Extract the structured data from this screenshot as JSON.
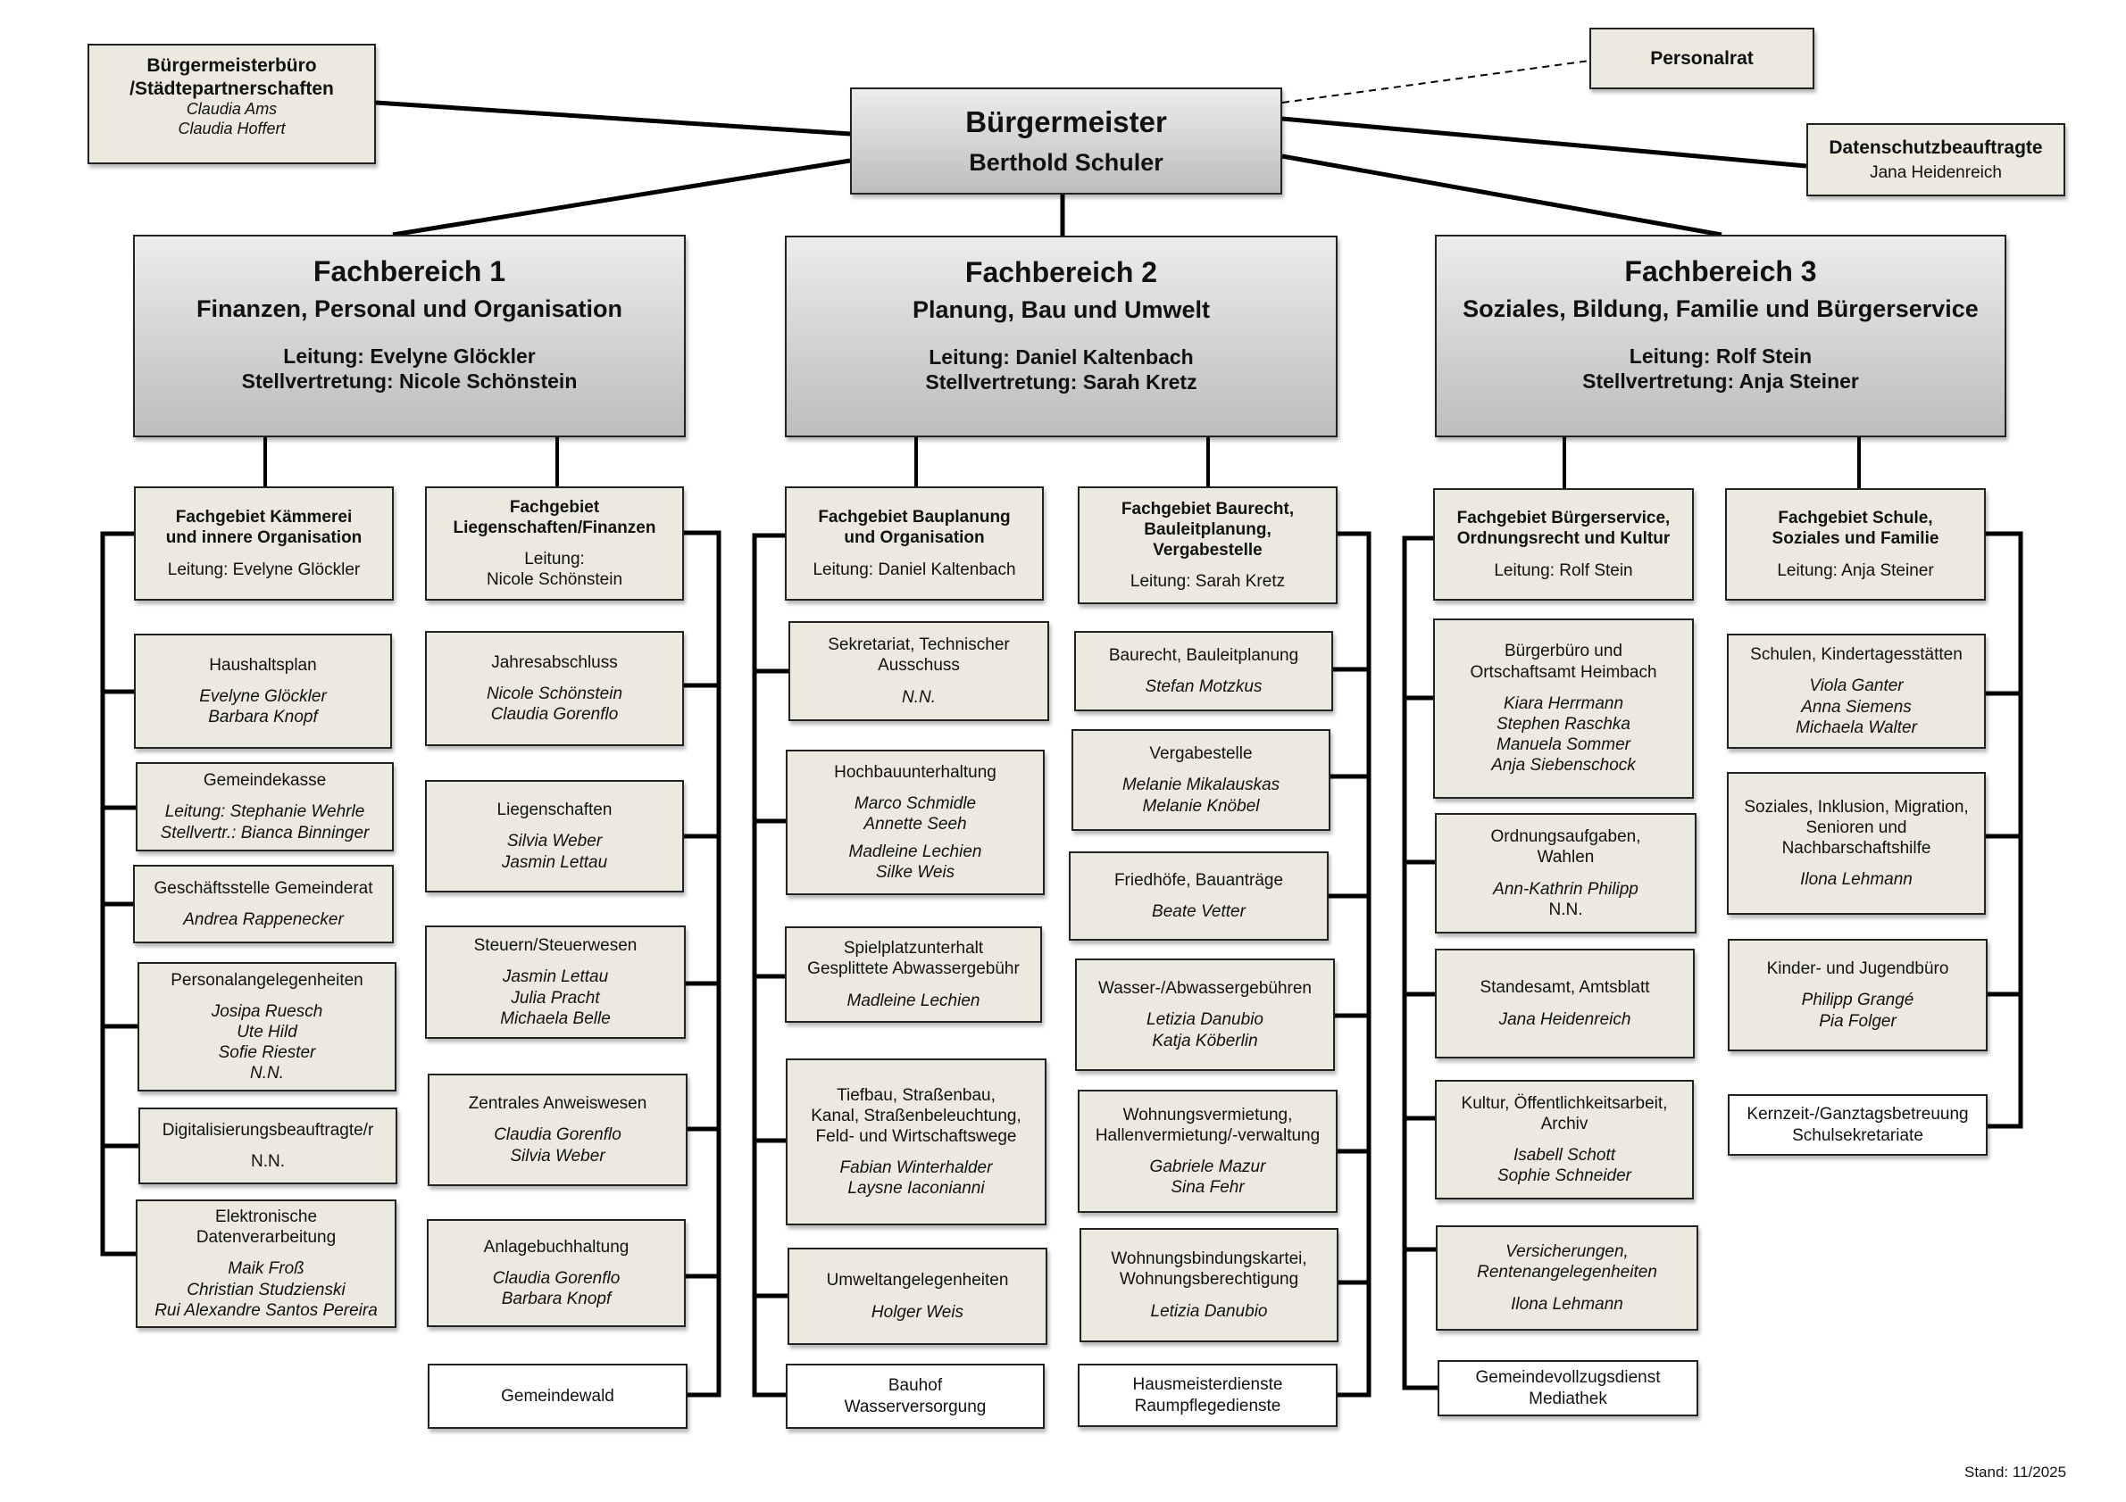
{
  "mayor": {
    "title": "Bürgermeister",
    "name": "Berthold Schuler"
  },
  "mayor_office": {
    "title_line1": "Bürgermeisterbüro",
    "title_line2": "/Städtepartnerschaften",
    "people": [
      "Claudia Ams",
      "Claudia Hoffert"
    ]
  },
  "staff_council": {
    "title": "Personalrat"
  },
  "data_protection": {
    "title": "Datenschutzbeauftragte",
    "person": "Jana Heidenreich"
  },
  "departments": [
    {
      "title": "Fachbereich 1",
      "subtitle": "Finanzen, Personal und Organisation",
      "lead": "Leitung: Evelyne Glöckler",
      "deputy": "Stellvertretung: Nicole Schönstein",
      "columns": [
        {
          "head": {
            "title": "Fachgebiet Kämmerei und innere Organisation",
            "lead": "Leitung: Evelyne Glöckler"
          },
          "units": [
            {
              "title": "Haushaltsplan",
              "people": [
                "Evelyne Glöckler",
                "Barbara Knopf"
              ]
            },
            {
              "title": "Gemeindekasse",
              "people": [
                "Leitung: Stephanie Wehrle",
                "Stellvertr.: Bianca Binninger"
              ]
            },
            {
              "title": "Geschäftsstelle Gemeinderat",
              "people": [
                "Andrea Rappenecker"
              ]
            },
            {
              "title": "Personalangelegenheiten",
              "people": [
                "Josipa Ruesch",
                "Ute Hild",
                "Sofie Riester",
                "N.N."
              ]
            },
            {
              "title": "Digitalisierungsbeauftragte/r",
              "people": [
                "N.N."
              ]
            },
            {
              "title": "Elektronische Datenverarbeitung",
              "people": [
                "Maik Froß",
                "Christian Studzienski",
                "Rui Alexandre Santos Pereira"
              ]
            }
          ]
        },
        {
          "head": {
            "title": "Fachgebiet Liegenschaften/Finanzen",
            "lead": "Leitung: Nicole Schönstein"
          },
          "units": [
            {
              "title": "Jahresabschluss",
              "people": [
                "Nicole Schönstein",
                "Claudia Gorenflo"
              ]
            },
            {
              "title": "Liegenschaften",
              "people": [
                "Silvia Weber",
                "Jasmin Lettau"
              ]
            },
            {
              "title": "Steuern/Steuerwesen",
              "people": [
                "Jasmin Lettau",
                "Julia Pracht",
                "Michaela Belle"
              ]
            },
            {
              "title": "Zentrales Anweiswesen",
              "people": [
                "Claudia Gorenflo",
                "Silvia Weber"
              ]
            },
            {
              "title": "Anlagebuchhaltung",
              "people": [
                "Claudia Gorenflo",
                "Barbara Knopf"
              ]
            },
            {
              "title": "Gemeindewald",
              "people": []
            }
          ]
        }
      ]
    },
    {
      "title": "Fachbereich 2",
      "subtitle": "Planung, Bau und Umwelt",
      "lead": "Leitung: Daniel Kaltenbach",
      "deputy": "Stellvertretung: Sarah Kretz",
      "columns": [
        {
          "head": {
            "title": "Fachgebiet Bauplanung und Organisation",
            "lead": "Leitung: Daniel Kaltenbach"
          },
          "units": [
            {
              "title": "Sekretariat, Technischer Ausschuss",
              "people": [
                "N.N."
              ]
            },
            {
              "title": "Hochbauunterhaltung",
              "people": [
                "Marco Schmidle",
                "Annette Seeh",
                "Madleine Lechien",
                "Silke Weis"
              ]
            },
            {
              "title": "Spielplatzunterhalt Gesplittete Abwassergebühr",
              "people": [
                "Madleine Lechien"
              ]
            },
            {
              "title": "Tiefbau, Straßenbau, Kanal, Straßenbeleuchtung, Feld- und Wirtschaftswege",
              "people": [
                "Fabian Winterhalder",
                "Laysne Iaconianni"
              ]
            },
            {
              "title": "Umweltangelegenheiten",
              "people": [
                "Holger Weis"
              ]
            },
            {
              "title": "Bauhof Wasserversorgung",
              "people": []
            }
          ]
        },
        {
          "head": {
            "title": "Fachgebiet Baurecht, Bauleitplanung, Vergabestelle",
            "lead": "Leitung: Sarah Kretz"
          },
          "units": [
            {
              "title": "Baurecht, Bauleitplanung",
              "people": [
                "Stefan Motzkus"
              ]
            },
            {
              "title": "Vergabestelle",
              "people": [
                "Melanie Mikalauskas",
                "Melanie Knöbel"
              ]
            },
            {
              "title": "Friedhöfe, Bauanträge",
              "people": [
                "Beate Vetter"
              ]
            },
            {
              "title": "Wasser-/Abwassergebühren",
              "people": [
                "Letizia Danubio",
                "Katja Köberlin"
              ]
            },
            {
              "title": "Wohnungsvermietung, Hallenvermietung/-verwaltung",
              "people": [
                "Gabriele Mazur",
                "Sina Fehr"
              ]
            },
            {
              "title": "Wohnungsbindungskartei, Wohnungsberechtigung",
              "people": [
                "Letizia Danubio"
              ]
            },
            {
              "title": "Hausmeisterdienste Raumpflegedienste",
              "people": []
            }
          ]
        }
      ]
    },
    {
      "title": "Fachbereich 3",
      "subtitle": "Soziales, Bildung, Familie und Bürgerservice",
      "lead": "Leitung: Rolf Stein",
      "deputy": "Stellvertretung: Anja Steiner",
      "columns": [
        {
          "head": {
            "title": "Fachgebiet Bürgerservice, Ordnungsrecht und Kultur",
            "lead": "Leitung: Rolf Stein"
          },
          "units": [
            {
              "title": "Bürgerbüro und Ortschaftsamt Heimbach",
              "people": [
                "Kiara Herrmann",
                "Stephen Raschka",
                "Manuela Sommer",
                "Anja Siebenschock"
              ]
            },
            {
              "title": "Ordnungsaufgaben, Wahlen",
              "people": [
                "Ann-Kathrin Philipp",
                "N.N."
              ]
            },
            {
              "title": "Standesamt, Amtsblatt",
              "people": [
                "Jana Heidenreich"
              ]
            },
            {
              "title": "Kultur, Öffentlichkeitsarbeit, Archiv",
              "people": [
                "Isabell Schott",
                "Sophie Schneider"
              ]
            },
            {
              "title": "Versicherungen, Rentenangelegenheiten",
              "people": [
                "Ilona Lehmann"
              ]
            },
            {
              "title": "Gemeindevollzugsdienst Mediathek",
              "people": []
            }
          ]
        },
        {
          "head": {
            "title": "Fachgebiet Schule, Soziales und Familie",
            "lead": "Leitung: Anja Steiner"
          },
          "units": [
            {
              "title": "Schulen, Kindertagesstätten",
              "people": [
                "Viola Ganter",
                "Anna Siemens",
                "Michaela Walter"
              ]
            },
            {
              "title": "Soziales, Inklusion, Migration, Senioren und Nachbarschaftshilfe",
              "people": [
                "Ilona Lehmann"
              ]
            },
            {
              "title": "Kinder- und Jugendbüro",
              "people": [
                "Philipp Grangé",
                "Pia Folger"
              ]
            },
            {
              "title": "Kernzeit-/Ganztagsbetreuung Schulsekretariate",
              "people": []
            }
          ]
        }
      ]
    }
  ],
  "footer": {
    "stand": "Stand: 11/2025"
  }
}
